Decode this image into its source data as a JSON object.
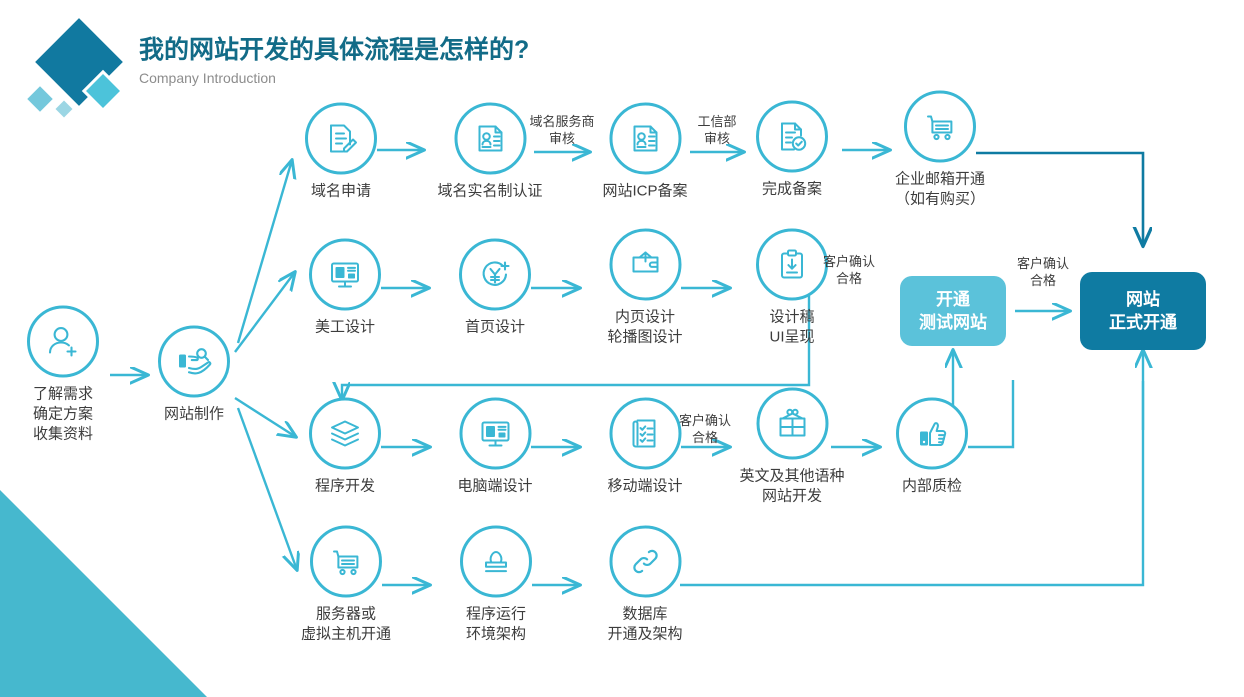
{
  "header": {
    "title": "我的网站开发的具体流程是怎样的?",
    "subtitle": "Company Introduction",
    "logo_name": "diamond-logo"
  },
  "colors": {
    "brand_dark": "#0f7ba2",
    "brand_mid": "#3ab7d4",
    "brand_light": "#5bc2da",
    "accent_triangle": "#46b8ce",
    "title_text": "#126b87",
    "body_text": "#3d3d3d",
    "subtitle_text": "#8d8d8d"
  },
  "start": {
    "label": "了解需求\n确定方案\n收集资料",
    "lines": [
      "了解需求",
      "确定方案",
      "收集资料"
    ],
    "icon": "user-add-icon"
  },
  "hub": {
    "lines": [
      "网站制作"
    ],
    "icon": "hand-offer-icon"
  },
  "rows": [
    {
      "name": "domain-filing-row",
      "nodes": [
        {
          "lines": [
            "域名申请"
          ],
          "icon": "document-edit-icon"
        },
        {
          "lines": [
            "域名实名制认证"
          ],
          "icon": "document-stamp-icon"
        },
        {
          "lines": [
            "网站ICP备案"
          ],
          "icon": "document-stamp-icon"
        },
        {
          "lines": [
            "完成备案"
          ],
          "icon": "document-check-icon"
        },
        {
          "lines": [
            "企业邮箱开通",
            "（如有购买）"
          ],
          "icon": "shopping-cart-icon"
        }
      ]
    },
    {
      "name": "design-row",
      "nodes": [
        {
          "lines": [
            "美工设计"
          ],
          "icon": "monitor-design-icon"
        },
        {
          "lines": [
            "首页设计"
          ],
          "icon": "yuan-plus-icon"
        },
        {
          "lines": [
            "内页设计",
            "轮播图设计"
          ],
          "icon": "card-arrow-icon"
        },
        {
          "lines": [
            "设计稿",
            "UI呈现"
          ],
          "icon": "clipboard-download-icon"
        }
      ]
    },
    {
      "name": "development-row",
      "nodes": [
        {
          "lines": [
            "程序开发"
          ],
          "icon": "layers-icon"
        },
        {
          "lines": [
            "电脑端设计"
          ],
          "icon": "monitor-design-icon"
        },
        {
          "lines": [
            "移动端设计"
          ],
          "icon": "checklist-icon"
        },
        {
          "lines": [
            "英文及其他语种",
            "网站开发"
          ],
          "icon": "gift-box-icon"
        },
        {
          "lines": [
            "内部质检"
          ],
          "icon": "thumbs-up-icon"
        }
      ]
    },
    {
      "name": "infrastructure-row",
      "nodes": [
        {
          "lines": [
            "服务器或",
            "虚拟主机开通"
          ],
          "icon": "shopping-cart-icon"
        },
        {
          "lines": [
            "程序运行",
            "环境架构"
          ],
          "icon": "stamp-icon"
        },
        {
          "lines": [
            "数据库",
            "开通及架构"
          ],
          "icon": "link-chain-icon"
        }
      ]
    }
  ],
  "terminals": {
    "test_site": {
      "lines": [
        "开通",
        "测试网站"
      ]
    },
    "live_site": {
      "lines": [
        "网站",
        "正式开通"
      ]
    }
  },
  "edge_labels": [
    {
      "name": "edge-label-registrar-review",
      "lines": [
        "域名服务商",
        "审核"
      ]
    },
    {
      "name": "edge-label-miit-review",
      "lines": [
        "工信部",
        "审核"
      ]
    },
    {
      "name": "edge-label-client-confirm-design",
      "lines": [
        "客户确认",
        "合格"
      ]
    },
    {
      "name": "edge-label-client-confirm-multilang",
      "lines": [
        "客户确认",
        "合格"
      ]
    },
    {
      "name": "edge-label-client-confirm-launch",
      "lines": [
        "客户确认",
        "合格"
      ]
    }
  ]
}
